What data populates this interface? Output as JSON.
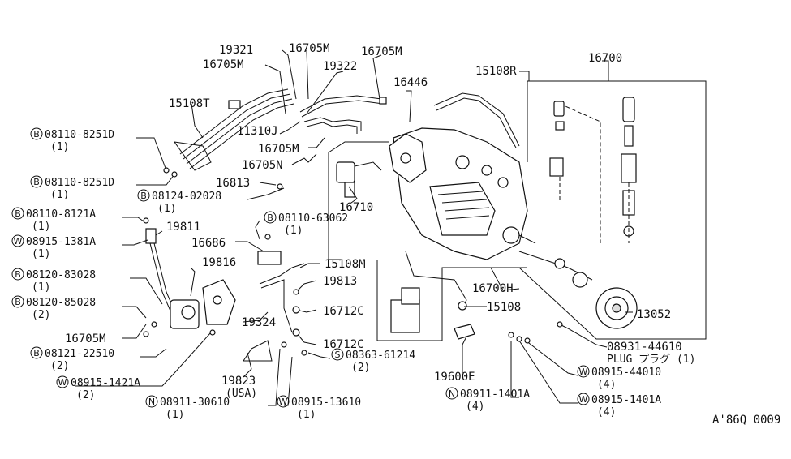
{
  "parts": {
    "p19321": "19321",
    "p16705m_a": "16705M",
    "p16705m_b": "16705M",
    "p16705m_c": "16705M",
    "p16705m_d": "16705M",
    "p16705m_e": "16705M",
    "p19322": "19322",
    "p16446": "16446",
    "p15108r": "15108R",
    "p16700": "16700",
    "p15108t": "15108T",
    "p11310j": "11310J",
    "p16705n": "16705N",
    "p16813": "16813",
    "p16710": "16710",
    "p19811": "19811",
    "p16686": "16686",
    "p19816": "19816",
    "p15108m": "15108M",
    "p19813": "19813",
    "p16700h": "16700H",
    "p16712c_a": "16712C",
    "p15108": "15108",
    "p13052": "13052",
    "p19324": "19324",
    "p16712c_b": "16712C",
    "p19823": "19823",
    "p19823_note": "(USA)",
    "p19600e": "19600E",
    "plug_code": "08931-44610",
    "plug_text": "PLUG プラグ (1)"
  },
  "fasteners": [
    {
      "id": "f1",
      "prefix": "B",
      "code": "08110-8251D",
      "qty": "(1)"
    },
    {
      "id": "f2",
      "prefix": "B",
      "code": "08110-8251D",
      "qty": "(1)"
    },
    {
      "id": "f3",
      "prefix": "B",
      "code": "08124-02028",
      "qty": "(1)"
    },
    {
      "id": "f4",
      "prefix": "B",
      "code": "08110-8121A",
      "qty": "(1)"
    },
    {
      "id": "f5",
      "prefix": "W",
      "code": "08915-1381A",
      "qty": "(1)"
    },
    {
      "id": "f6",
      "prefix": "B",
      "code": "08110-63062",
      "qty": "(1)"
    },
    {
      "id": "f7",
      "prefix": "B",
      "code": "08120-83028",
      "qty": "(1)"
    },
    {
      "id": "f8",
      "prefix": "B",
      "code": "08120-85028",
      "qty": "(2)"
    },
    {
      "id": "f9",
      "prefix": "B",
      "code": "08121-22510",
      "qty": "(2)"
    },
    {
      "id": "f10",
      "prefix": "W",
      "code": "08915-1421A",
      "qty": "(2)"
    },
    {
      "id": "f11",
      "prefix": "S",
      "code": "08363-61214",
      "qty": "(2)"
    },
    {
      "id": "f12",
      "prefix": "N",
      "code": "08911-30610",
      "qty": "(1)"
    },
    {
      "id": "f13",
      "prefix": "W",
      "code": "08915-13610",
      "qty": "(1)"
    },
    {
      "id": "f14",
      "prefix": "W",
      "code": "08915-44010",
      "qty": "(4)"
    },
    {
      "id": "f15",
      "prefix": "N",
      "code": "08911-1401A",
      "qty": "(4)"
    },
    {
      "id": "f16",
      "prefix": "W",
      "code": "08915-1401A",
      "qty": "(4)"
    }
  ],
  "diagram_code": "A'86Q 0009"
}
